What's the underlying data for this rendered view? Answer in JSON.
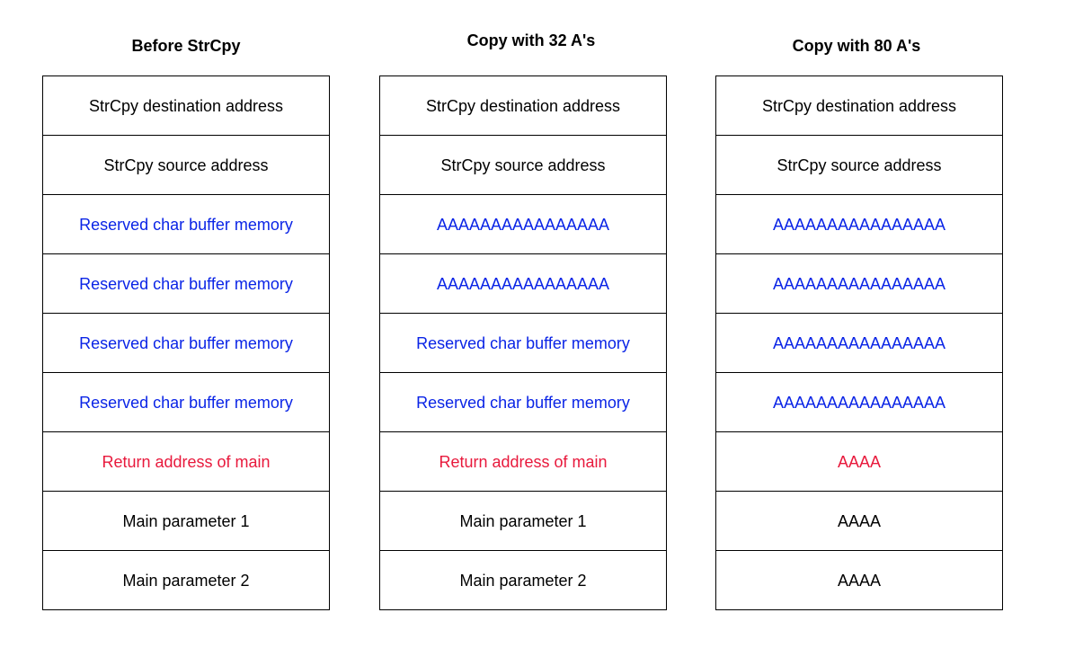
{
  "colors": {
    "text": "#000000",
    "buffer": "#0a24e6",
    "return_address": "#e8193c",
    "border": "#000000",
    "background": "#ffffff"
  },
  "stacks": [
    {
      "title": "Before StrCpy",
      "cells": [
        {
          "text": "StrCpy destination address",
          "role": "normal"
        },
        {
          "text": "StrCpy source address",
          "role": "normal"
        },
        {
          "text": "Reserved char buffer memory",
          "role": "buffer"
        },
        {
          "text": "Reserved char buffer memory",
          "role": "buffer"
        },
        {
          "text": "Reserved char buffer memory",
          "role": "buffer"
        },
        {
          "text": "Reserved char buffer memory",
          "role": "buffer"
        },
        {
          "text": "Return address of main",
          "role": "return"
        },
        {
          "text": "Main parameter 1",
          "role": "normal"
        },
        {
          "text": "Main parameter 2",
          "role": "normal"
        }
      ]
    },
    {
      "title": "Copy with 32 A's",
      "cells": [
        {
          "text": "StrCpy destination address",
          "role": "normal"
        },
        {
          "text": "StrCpy source address",
          "role": "normal"
        },
        {
          "text": "AAAAAAAAAAAAAAAA",
          "role": "buffer"
        },
        {
          "text": "AAAAAAAAAAAAAAAA",
          "role": "buffer"
        },
        {
          "text": "Reserved char buffer memory",
          "role": "buffer"
        },
        {
          "text": "Reserved char buffer memory",
          "role": "buffer"
        },
        {
          "text": "Return address of main",
          "role": "return"
        },
        {
          "text": "Main parameter 1",
          "role": "normal"
        },
        {
          "text": "Main parameter 2",
          "role": "normal"
        }
      ]
    },
    {
      "title": "Copy with 80 A's",
      "cells": [
        {
          "text": "StrCpy destination address",
          "role": "normal"
        },
        {
          "text": "StrCpy source address",
          "role": "normal"
        },
        {
          "text": "AAAAAAAAAAAAAAAA",
          "role": "buffer"
        },
        {
          "text": "AAAAAAAAAAAAAAAA",
          "role": "buffer"
        },
        {
          "text": "AAAAAAAAAAAAAAAA",
          "role": "buffer"
        },
        {
          "text": "AAAAAAAAAAAAAAAA",
          "role": "buffer"
        },
        {
          "text": "AAAA",
          "role": "return"
        },
        {
          "text": "AAAA",
          "role": "normal"
        },
        {
          "text": "AAAA",
          "role": "normal"
        }
      ]
    }
  ]
}
